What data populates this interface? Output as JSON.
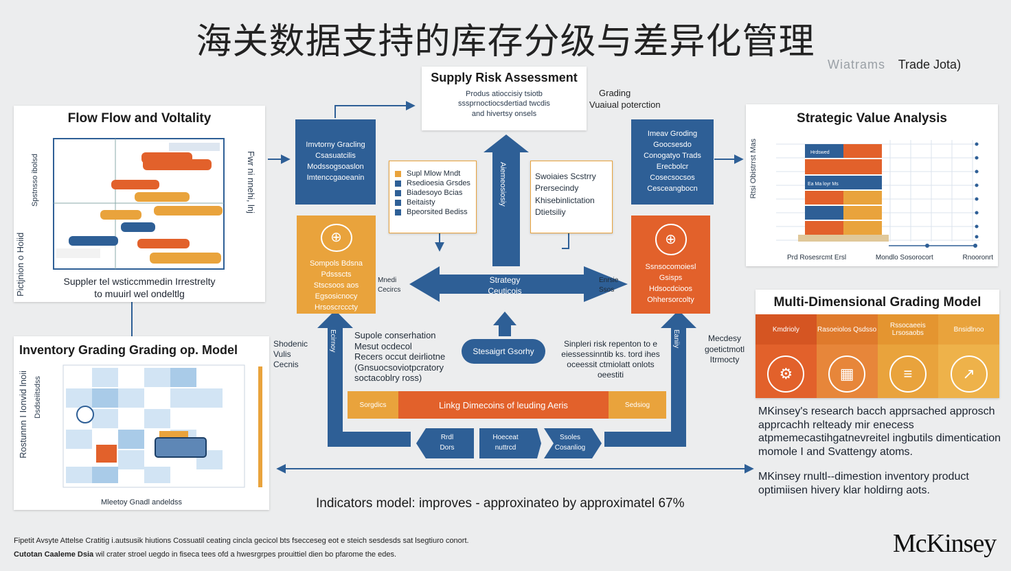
{
  "title": "海关数据支持的库存分级与差异化管理",
  "tag": {
    "blurred": "Wiatrams",
    "label": "Trade Jota)"
  },
  "supply_risk": {
    "title": "Supply Risk Assessment",
    "lines": [
      "Produs atioccisiy tsiotb",
      "sssprnoctiocsdertiad twcdis",
      "and hivertsy onsels"
    ]
  },
  "grading_note": {
    "line1": "Grading",
    "line2": "Vuaiual poterction"
  },
  "flow": {
    "title": "Flow Flow and Voltality",
    "ylabel_left": "Pictjnion o Hoiid",
    "ylabel_left2": "Spstnsso ibolsd",
    "ylabel_right": "Fwr ni nnehi, lnj",
    "caption1": "Suppler tel wsticcmmedin Irrestrelty",
    "caption2": "to muuirl wel ondeltlg"
  },
  "inv_grading_box": {
    "lines": [
      "Imvtorny Gracling",
      "Csasuatcilis",
      "Modssogsoaslon",
      "Imtenccgaoeanin"
    ]
  },
  "legend_box": {
    "items": [
      "Supl Mlow Mndt",
      "Rsedioesia Grsdes",
      "Biadesoyo Bcias",
      "Beitaisty",
      "Bpeorsited Bediss"
    ]
  },
  "swords_box": {
    "lines": [
      "Swoiaies Scstrry",
      "Prersecindy",
      "Khisebinlictation",
      "Dtietsiliy"
    ]
  },
  "vert_label": "Aiemeosiosiy",
  "strategic_box": {
    "lines": [
      "Imeav Groding",
      "Goocsesdo",
      "Conogatyo Trads",
      "Erecbolcr",
      "Cosecsocsos",
      "Cesceangbocn"
    ]
  },
  "orange_left": {
    "lines": [
      "Sompols Bdsna",
      "Pdssscts",
      "Stscsoos aos",
      "Egsosicnocy",
      "Hrsoscrcccty"
    ]
  },
  "orange_right": {
    "lines": [
      "Ssnsocomoiesl",
      "Gsisps",
      "Hdsocdcioos",
      "Ohhersorcolty"
    ]
  },
  "strategy_arrow": {
    "line1": "Strategy",
    "line2": "Ceuticois",
    "left1": "Mnedi",
    "left2": "Cecircs",
    "right1": "Enrsie",
    "right2": "Ssos"
  },
  "value": {
    "title": "Strategic Value Analysis",
    "ylabel": "Rtsi Obistrrst Mas",
    "bar_labels": [
      "Hrdswed",
      "Ea Ma loyr Ms"
    ],
    "xlabels": [
      "Prd Rosesrcmt Ersl",
      "Mondlo Sosorocort",
      "Rnooronrt"
    ]
  },
  "multi": {
    "title": "Multi-Dimensional Grading Model",
    "cols": [
      {
        "label": "Kmdrioly",
        "icon": "gear-icon",
        "glyph": "⚙"
      },
      {
        "label": "Rasoeiolos Qsdsso",
        "icon": "box-icon",
        "glyph": "▦"
      },
      {
        "label": "Rssocaeeis Lrsosaobs",
        "icon": "layers-icon",
        "glyph": "≡"
      },
      {
        "label": "Bnsidlnoo",
        "icon": "chart-icon",
        "glyph": "↗"
      }
    ],
    "para1": "MKinsey's research bacch apprsached approsch apprcachh relteady mir enecess atpmemecastihgatnevreitel ingbutils dimentication momole I and Svattengy atoms.",
    "para2": "MKinsey rnultl--dimestion inventory product optimiisen hivery klar holdirng aots."
  },
  "grading_model": {
    "title": "Inventory Grading Grading op. Model",
    "ylabel": "Rostunnn I Ionvid lnoii",
    "ylabel2": "Dsdseiitsdss",
    "xcaption": "Mleetoy Gnadl andeldss",
    "side": [
      "Shodenic",
      "Vulis",
      "Cecnis"
    ]
  },
  "center": {
    "left_text": [
      "Supole conserhation",
      "Mesut ocdecol",
      "Recers occut deirliotne",
      "(Gnsuocsoviotpcratory",
      "soctacoblry ross)"
    ],
    "pill": "Stesaigrt Gsorhy",
    "right_text": [
      "Sinpleri risk repenton to e",
      "eiessessinntib ks. tord ihes",
      "oceessit ctmiolatt onlots",
      "oeestiti"
    ],
    "modeling": [
      "Mecdesy",
      "goetictmotl",
      "Itrmocty"
    ],
    "band_left": "Sorgdics",
    "band_center": "Linkg Dimecoins of leuding  Aeris",
    "band_right": "Sedsiog",
    "chev1": [
      "Rrdl",
      "Dors"
    ],
    "chev2": [
      "Hoeceat",
      "nuttrcd"
    ],
    "chev3": [
      "Ssoles",
      "Cosanliog"
    ],
    "up_left": "Ecirnoy",
    "up_right": "Eaniiy"
  },
  "indicator": "Indicators model: improves - approxinateo by approximatel 67%",
  "footer": {
    "line1": "Fipetit Avsyte Attelse Cratitig i.autsusik hiutions Cossuatil ceating cincla gecicol bts fsecceseg eot e steich sesdesds sat lsegtiuro conort.",
    "line2_bold": "Cutotan Caaleme Dsia",
    "line2": "wil crater stroel uegdo in fiseca tees ofd a hwesrgrpes prouittiel dien bo pfarome the edes."
  },
  "brand": "McKinsey",
  "colors": {
    "blue": "#2e5f96",
    "orange": "#e2612b",
    "amber": "#e9a33c",
    "bg": "#ecedee"
  }
}
